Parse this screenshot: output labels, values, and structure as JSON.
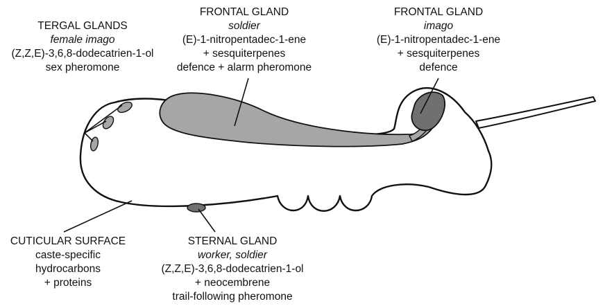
{
  "colors": {
    "outline": "#111111",
    "body_fill": "#ffffff",
    "gland_light": "#a6a6a6",
    "gland_dark": "#707070"
  },
  "labels": {
    "tergal": {
      "title": "TERGAL GLANDS",
      "caste": "female imago",
      "compound": "(Z,Z,E)-3,6,8-dodecatrien-1-ol",
      "function": "sex pheromone"
    },
    "frontal_soldier": {
      "title": "FRONTAL GLAND",
      "caste": "soldier",
      "compound": "(E)-1-nitropentadec-1-ene",
      "additive": "+ sesquiterpenes",
      "function": "defence + alarm pheromone"
    },
    "frontal_imago": {
      "title": "FRONTAL GLAND",
      "caste": "imago",
      "compound": "(E)-1-nitropentadec-1-ene",
      "additive": "+ sesquiterpenes",
      "function": "defence"
    },
    "cuticular": {
      "title": "CUTICULAR SURFACE",
      "line1": "caste-specific",
      "line2": "hydrocarbons",
      "line3": "+ proteins"
    },
    "sternal": {
      "title": "STERNAL GLAND",
      "caste": "worker, soldier",
      "compound": "(Z,Z,E)-3,6,8-dodecatrien-1-ol",
      "additive": "+ neocembrene",
      "function": "trail-following pheromone"
    }
  }
}
